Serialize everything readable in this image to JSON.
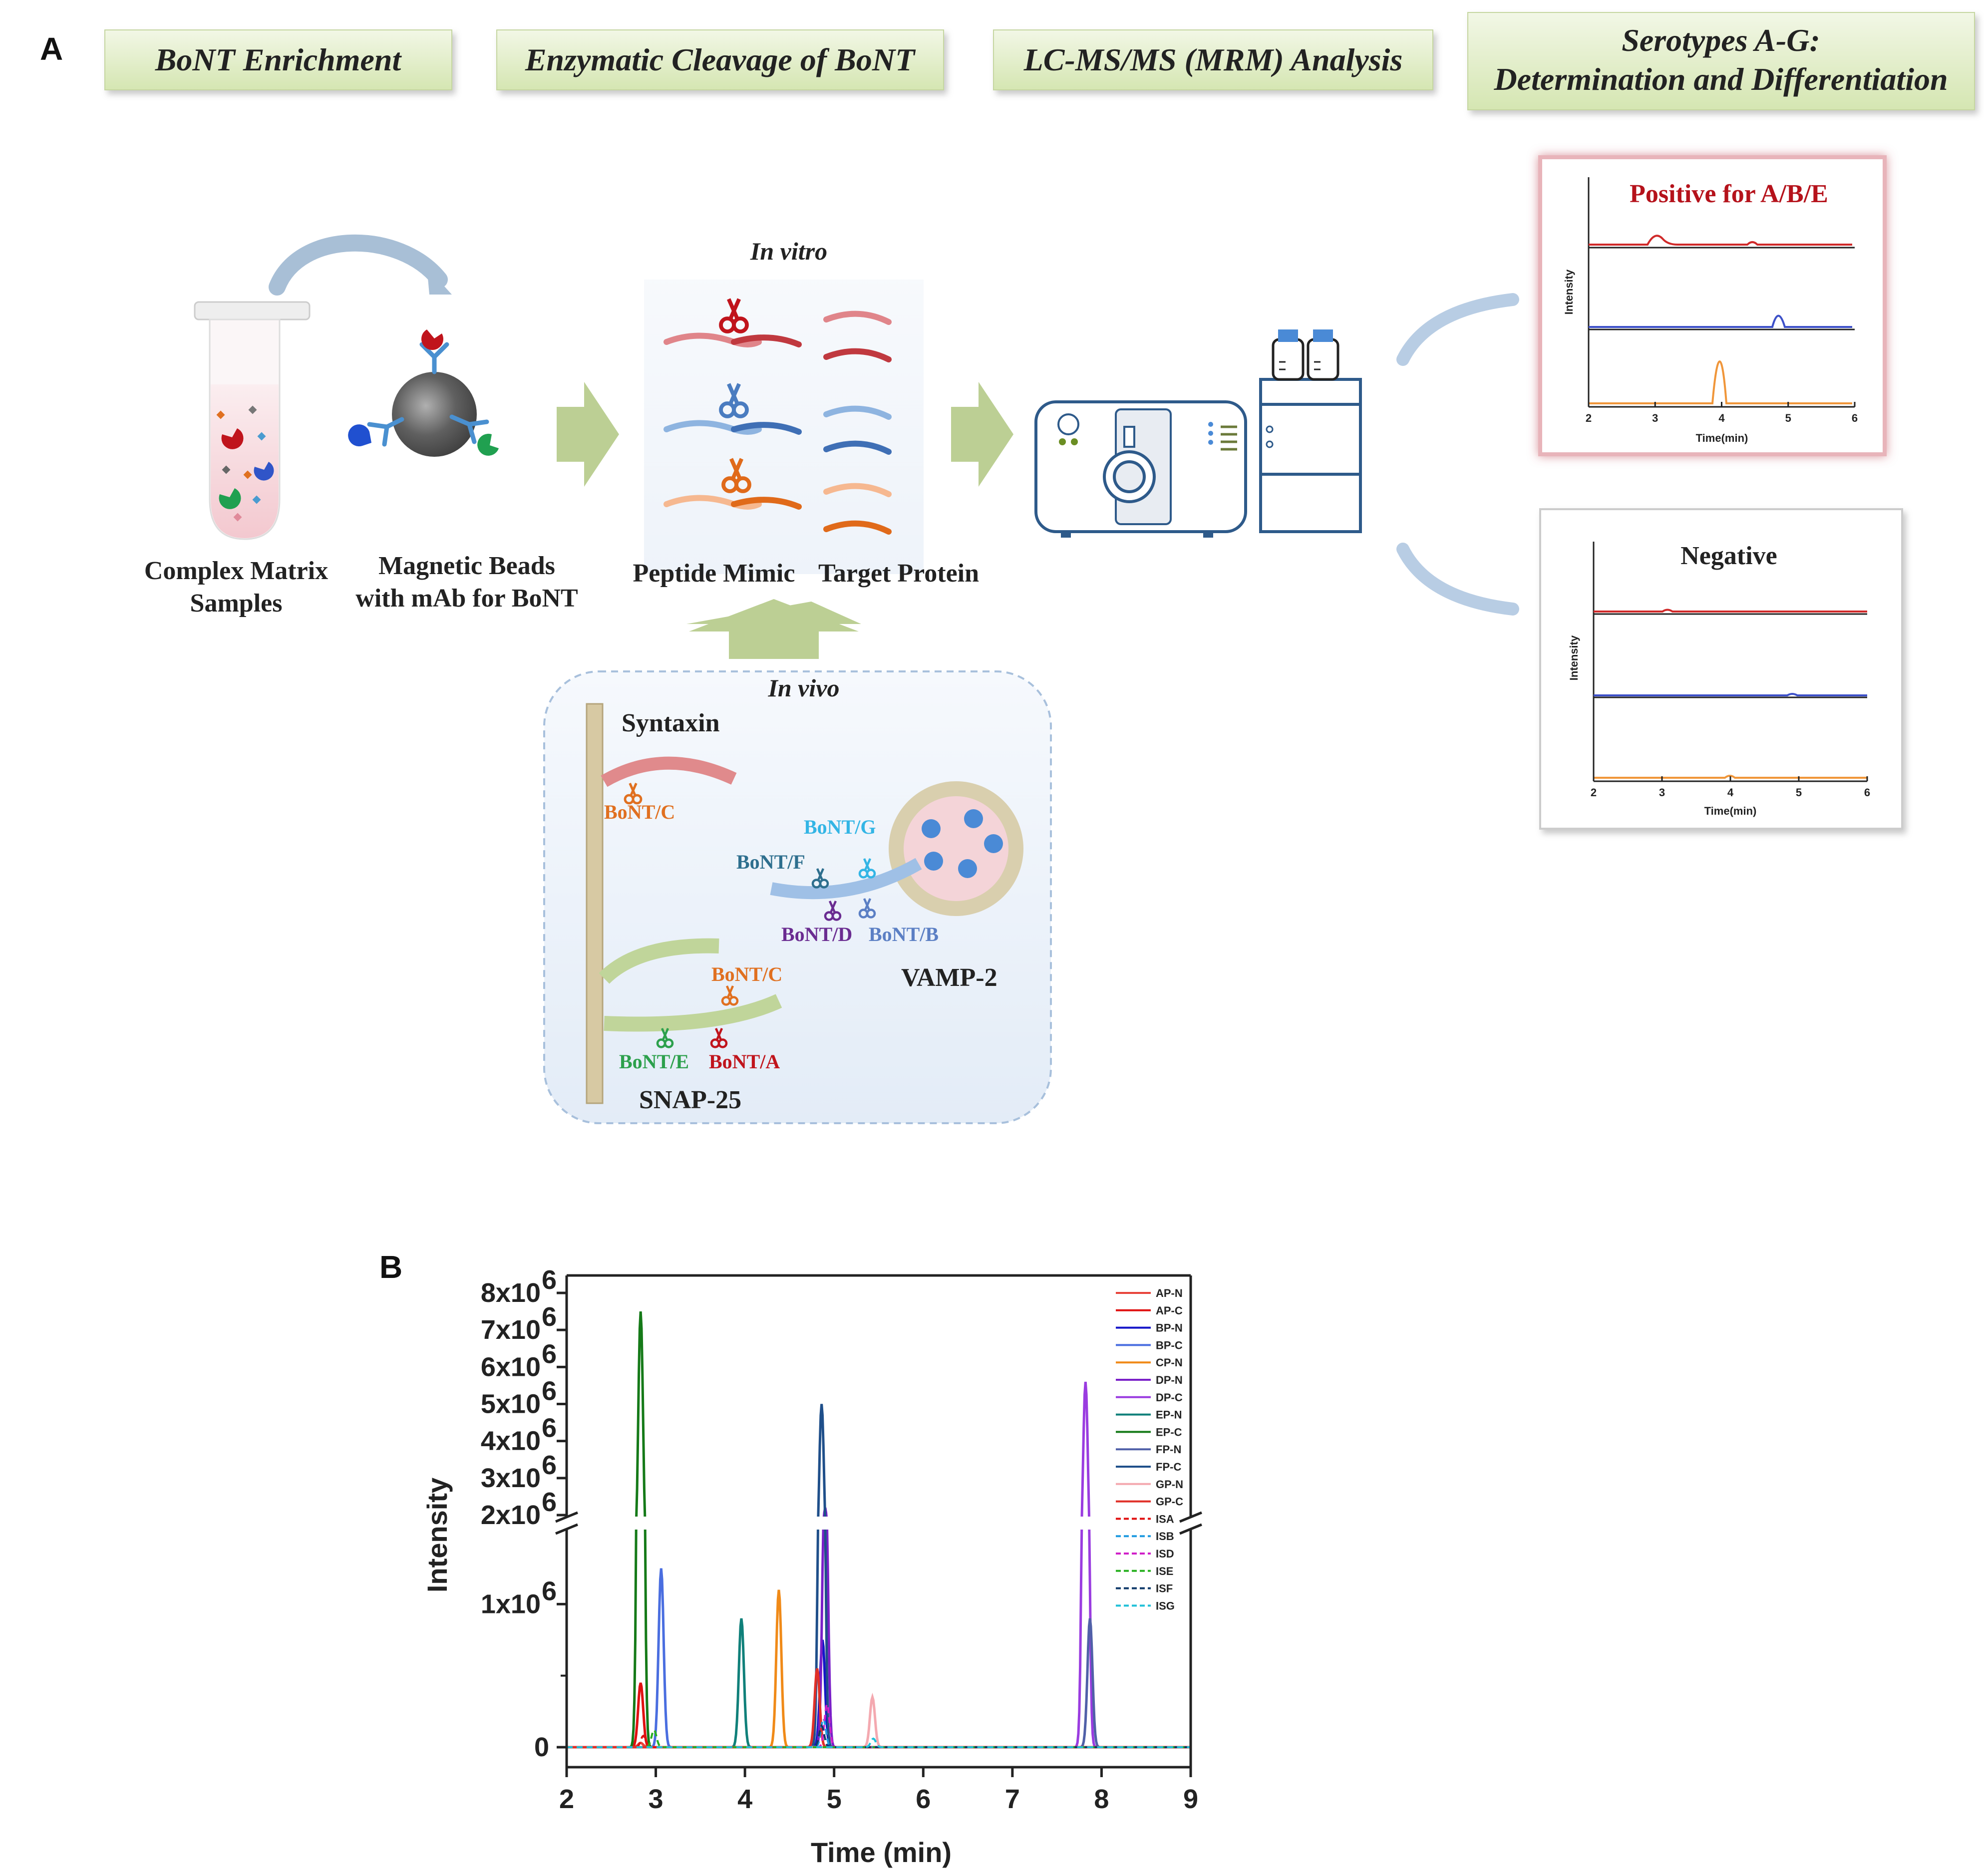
{
  "panel_a": {
    "label": "A",
    "headers": {
      "enrichment": "BoNT Enrichment",
      "cleavage": "Enzymatic Cleavage of BoNT",
      "lcms": "LC-MS/MS (MRM) Analysis",
      "serotypes_line1": "Serotypes A-G:",
      "serotypes_line2": "Determination and Differentiation"
    },
    "samples_line1": "Complex Matrix",
    "samples_line2": "Samples",
    "beads_line1": "Magnetic Beads",
    "beads_line2": "with mAb for BoNT",
    "in_vitro": "In vitro",
    "peptide_mimic": "Peptide Mimic",
    "target_protein": "Target Protein",
    "in_vivo": "In vivo",
    "syntaxin": "Syntaxin",
    "snap25": "SNAP-25",
    "vamp2": "VAMP-2",
    "bont": {
      "c_syntaxin": "BoNT/C",
      "g": "BoNT/G",
      "f": "BoNT/F",
      "d": "BoNT/D",
      "b": "BoNT/B",
      "c_snap": "BoNT/C",
      "e": "BoNT/E",
      "a": "BoNT/A"
    },
    "colors": {
      "bont_c": "#e07020",
      "bont_g": "#33b5e5",
      "bont_f": "#2e6f8e",
      "bont_d": "#6a2c91",
      "bont_b": "#5b7fc4",
      "bont_e": "#2ca04c",
      "bont_a": "#c0141c",
      "header_fill": "#e4efcd",
      "arrow": "#bccf94"
    },
    "positive": {
      "title": "Positive for A/B/E",
      "ylabel": "Intensity",
      "xlabel": "Time(min)",
      "xticks": [
        "2",
        "3",
        "4",
        "5",
        "6"
      ]
    },
    "negative": {
      "title": "Negative",
      "ylabel": "Intensity",
      "xlabel": "Time(min)",
      "xticks": [
        "2",
        "3",
        "4",
        "5",
        "6"
      ]
    }
  },
  "panel_b": {
    "label": "B",
    "ylabel": "Intensity",
    "xlabel": "Time (min)",
    "xticks": [
      "2",
      "3",
      "4",
      "5",
      "6",
      "7",
      "8",
      "9"
    ],
    "yticks_upper": [
      "2x10",
      "3x10",
      "4x10",
      "5x10",
      "6x10",
      "7x10",
      "8x10"
    ],
    "yticks_lower": [
      "0",
      "1x10"
    ],
    "ytick_exp": "6"
  },
  "chart_data": {
    "type": "line",
    "xlabel": "Time (min)",
    "ylabel": "Intensity",
    "xlim": [
      2,
      9
    ],
    "ylim": [
      0,
      8000000
    ],
    "axis_break": [
      1500000,
      2000000
    ],
    "legend_position": "top-right",
    "series": [
      {
        "name": "AP-N",
        "color": "#e8433a",
        "dash": false,
        "rt": 2.83,
        "peak": 30000
      },
      {
        "name": "AP-C",
        "color": "#e01010",
        "dash": false,
        "rt": 2.83,
        "peak": 450000
      },
      {
        "name": "BP-N",
        "color": "#1515c8",
        "dash": false,
        "rt": 4.87,
        "peak": 750000
      },
      {
        "name": "BP-C",
        "color": "#4a6ee0",
        "dash": false,
        "rt": 3.06,
        "peak": 1250000
      },
      {
        "name": "CP-N",
        "color": "#f08a18",
        "dash": false,
        "rt": 4.38,
        "peak": 1100000
      },
      {
        "name": "DP-N",
        "color": "#7a1fc8",
        "dash": false,
        "rt": 4.9,
        "peak": 2200000
      },
      {
        "name": "DP-C",
        "color": "#9a3ce0",
        "dash": false,
        "rt": 7.82,
        "peak": 5600000
      },
      {
        "name": "EP-N",
        "color": "#10807a",
        "dash": false,
        "rt": 3.96,
        "peak": 900000
      },
      {
        "name": "EP-C",
        "color": "#157a18",
        "dash": false,
        "rt": 2.83,
        "peak": 7500000
      },
      {
        "name": "FP-N",
        "color": "#5060a8",
        "dash": false,
        "rt": 7.87,
        "peak": 900000
      },
      {
        "name": "FP-C",
        "color": "#1f4f8a",
        "dash": false,
        "rt": 4.86,
        "peak": 5000000
      },
      {
        "name": "GP-N",
        "color": "#f4a9b0",
        "dash": false,
        "rt": 5.43,
        "peak": 350000
      },
      {
        "name": "GP-C",
        "color": "#e03028",
        "dash": false,
        "rt": 4.81,
        "peak": 550000
      },
      {
        "name": "ISA",
        "color": "#e01010",
        "dash": true,
        "rt": 2.86,
        "peak": 80000
      },
      {
        "name": "ISB",
        "color": "#1f9ae0",
        "dash": true,
        "rt": 4.88,
        "peak": 200000
      },
      {
        "name": "ISD",
        "color": "#d020c8",
        "dash": true,
        "rt": 4.92,
        "peak": 300000
      },
      {
        "name": "ISE",
        "color": "#28b020",
        "dash": true,
        "rt": 2.98,
        "peak": 120000
      },
      {
        "name": "ISF",
        "color": "#103a6a",
        "dash": true,
        "rt": 4.86,
        "peak": 150000
      },
      {
        "name": "ISG",
        "color": "#20c0d8",
        "dash": true,
        "rt": 5.44,
        "peak": 60000
      }
    ]
  }
}
